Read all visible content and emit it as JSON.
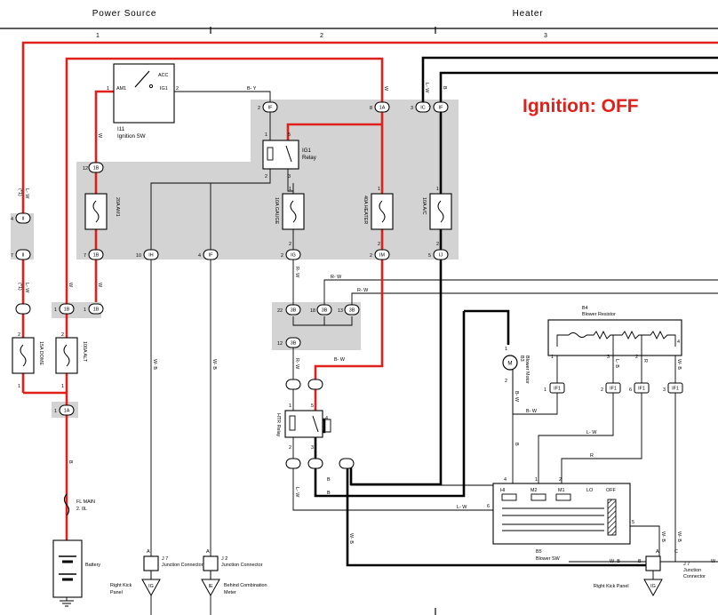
{
  "header": {
    "sections": [
      "Power Source",
      "Heater"
    ],
    "columns": [
      "1",
      "2",
      "3"
    ]
  },
  "status": {
    "text": "Ignition:  OFF",
    "color": "#e0201a"
  },
  "colors": {
    "energized_wire": "#e0201a",
    "shade": "#d3d3d3"
  },
  "components": {
    "ignition_switch": {
      "id": "I11",
      "name": "Ignition SW",
      "terminals": [
        "ACC",
        "AM1",
        "IG1",
        "1",
        "2"
      ]
    },
    "ig1_relay": {
      "id": "IG1",
      "name": "Relay"
    },
    "fuse_am1": "20A AM1",
    "fuse_gauge": "10A GAUGE",
    "fuse_heater": "40A HEATER",
    "fuse_ac": "10A A/C",
    "fuse_dome": "15A DOME",
    "fuse_alt": "100A ALT",
    "fl_main": [
      "FL MAIN",
      "2. 0L"
    ],
    "battery": "Battery",
    "hi_relay": "HTR Relay",
    "blower_motor": {
      "id": "B3",
      "name": "Blower Motor",
      "label": "M"
    },
    "blower_resistor": {
      "id": "B4",
      "name": "Blower Resistor"
    },
    "blower_switch": {
      "id": "B5",
      "name": "Blower SW",
      "positions": [
        "HI",
        "M2",
        "M1",
        "LO",
        "OFF"
      ]
    },
    "j7_left": {
      "id": "J 7",
      "name": "Junction Connector",
      "ground": "IG",
      "ground_label": [
        "Right Kick",
        "Panel"
      ]
    },
    "j2": {
      "id": "J 2",
      "name": "Junction Connector",
      "ground": "IE",
      "ground_label": [
        "Behind Combination",
        "Meter"
      ]
    },
    "j7_right": {
      "id": "J 7",
      "name": "Junction",
      "name2": "Connector",
      "ground": "IG",
      "ground_label": "Right Kick Panel"
    }
  },
  "wire_colors": {
    "b_y": "B- Y",
    "w": "W",
    "l_w": "L- W",
    "b": "B",
    "r_w": "R- W",
    "w_b": "W- B",
    "b_w": "B- W",
    "r": "R",
    "l_b": "L- B",
    "y": "(*1)"
  },
  "connectors": {
    "ib": "1B",
    "if": "IF",
    "ih": "IH",
    "ig": "IG",
    "im": "IM",
    "i_j": "IJ",
    "c3b": "3B",
    "ii": "II",
    "ic": "IC",
    "if1": "IF1",
    "ia": "1A"
  }
}
